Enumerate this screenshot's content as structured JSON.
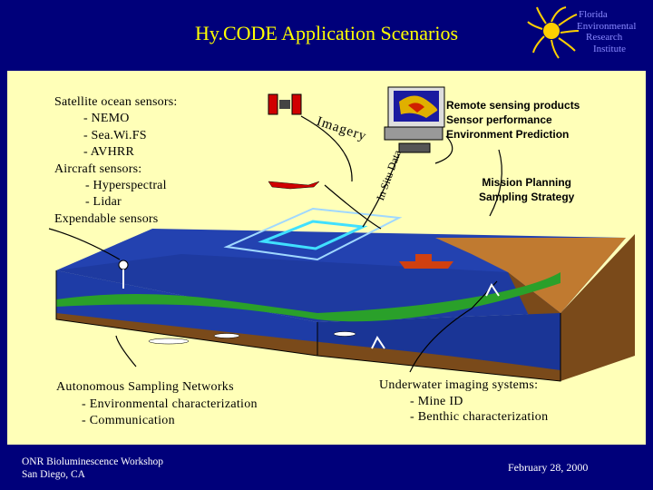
{
  "title": "Hy.CODE Application Scenarios",
  "logo": {
    "lines": [
      "Florida",
      "Environmental",
      "Research",
      "Institute"
    ]
  },
  "sensors": {
    "heading": "Satellite ocean sensors:",
    "satellite_items": [
      "- NEMO",
      "- Sea.Wi.FS",
      "- AVHRR"
    ],
    "aircraft_heading": "Aircraft sensors:",
    "aircraft_items": [
      "- Hyperspectral",
      "- Lidar"
    ],
    "expendable": "Expendable sensors"
  },
  "diagram_labels": {
    "imagery": "Imagery",
    "in_situ": "In Situ Data"
  },
  "remote_sensing": [
    "Remote sensing products",
    "Sensor performance",
    "Environment Prediction"
  ],
  "mission": [
    "Mission Planning",
    "Sampling Strategy"
  ],
  "autonomous": {
    "heading": "Autonomous Sampling Networks",
    "items": [
      "- Environmental characterization",
      "- Communication"
    ]
  },
  "underwater": {
    "heading": "Underwater imaging systems:",
    "items": [
      "- Mine ID",
      "- Benthic characterization"
    ]
  },
  "footer": {
    "left_line1": "ONR Bioluminescence Workshop",
    "left_line2": "San Diego, CA",
    "date": "February 28, 2000"
  },
  "colors": {
    "background": "#00007a",
    "panel": "#ffffb8",
    "title": "#ffff00",
    "ocean": "#1f3fa8",
    "seafloor": "#7a4a1a",
    "kelp": "#2aa02a"
  }
}
